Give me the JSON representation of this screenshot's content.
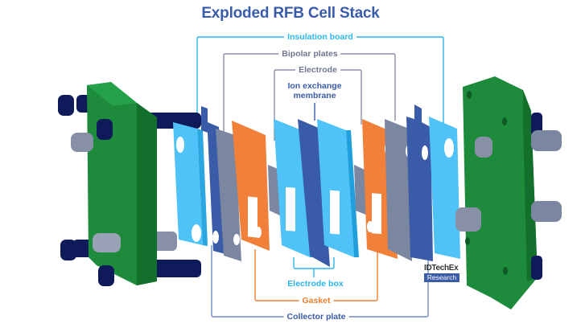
{
  "title": "Exploded RFB Cell Stack",
  "labels": {
    "insulation_board": "Insulation board",
    "bipolar_plates": "Bipolar plates",
    "electrode": "Electrode",
    "ion_exchange_membrane_line1": "Ion exchange",
    "ion_exchange_membrane_line2": "membrane",
    "electrode_box": "Electrode box",
    "gasket": "Gasket",
    "collector_plate": "Collector plate"
  },
  "logo": {
    "name": "IDTechEx",
    "sub": "Research"
  },
  "colors": {
    "title": "#3a5ba8",
    "end_plate": "#1e8a3c",
    "insulation": "#4fc3f7",
    "collector": "#3a5ba8",
    "bipolar": "#7b86a0",
    "gasket": "#f0803a",
    "electrode_box": "#4fc3f7",
    "membrane": "#3a5ba8",
    "bolt": "#0f1a5a",
    "spacer": "#8890a8"
  }
}
